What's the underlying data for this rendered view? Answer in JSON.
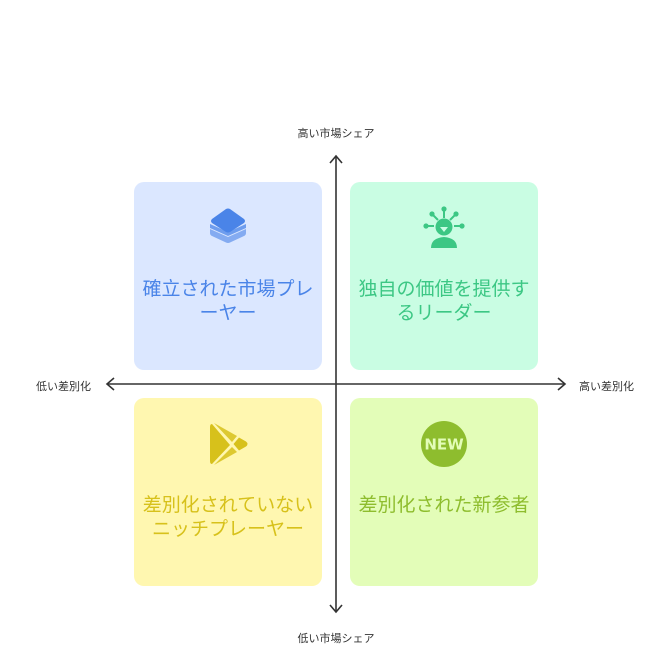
{
  "axes": {
    "top_label": "高い市場シェア",
    "bottom_label": "低い市場シェア",
    "left_label": "低い差別化",
    "right_label": "高い差別化"
  },
  "quadrants": {
    "top_left": {
      "text": "確立された市場プレーヤー",
      "icon": "layers-icon",
      "color": "#4a84e8",
      "background": "#dbe7ff"
    },
    "top_right": {
      "text": "独自の価値を提供するリーダー",
      "icon": "idea-person-icon",
      "color": "#3cc784",
      "background": "#c9fde3"
    },
    "bottom_left": {
      "text": "差別化されていないニッチプレーヤー",
      "icon": "play-store-icon",
      "color": "#d7c11b",
      "background": "#fff7b0"
    },
    "bottom_right": {
      "text": "差別化された新参者",
      "icon": "new-badge-icon",
      "color": "#8ebd2e",
      "background": "#e3fdb8"
    }
  },
  "new_badge_text": "NEW"
}
